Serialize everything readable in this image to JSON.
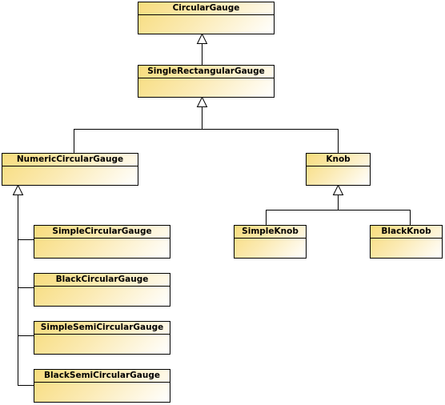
{
  "diagram": {
    "type": "uml-class-hierarchy",
    "classes": {
      "circular_gauge": "CircularGauge",
      "single_rectangular_gauge": "SingleRectangularGauge",
      "numeric_circular_gauge": "NumericCircularGauge",
      "knob": "Knob",
      "simple_circular_gauge": "SimpleCircularGauge",
      "black_circular_gauge": "BlackCircularGauge",
      "simple_semi_circular_gauge": "SimpleSemiCircularGauge",
      "black_semi_circular_gauge": "BlackSemiCircularGauge",
      "simple_knob": "SimpleKnob",
      "black_knob": "BlackKnob"
    },
    "inheritance": [
      {
        "child": "SingleRectangularGauge",
        "parent": "CircularGauge"
      },
      {
        "child": "NumericCircularGauge",
        "parent": "SingleRectangularGauge"
      },
      {
        "child": "Knob",
        "parent": "SingleRectangularGauge"
      },
      {
        "child": "SimpleCircularGauge",
        "parent": "NumericCircularGauge"
      },
      {
        "child": "BlackCircularGauge",
        "parent": "NumericCircularGauge"
      },
      {
        "child": "SimpleSemiCircularGauge",
        "parent": "NumericCircularGauge"
      },
      {
        "child": "BlackSemiCircularGauge",
        "parent": "NumericCircularGauge"
      },
      {
        "child": "SimpleKnob",
        "parent": "Knob"
      },
      {
        "child": "BlackKnob",
        "parent": "Knob"
      }
    ],
    "colors": {
      "box_fill_start": "#f7dc7c",
      "box_fill_end": "#ffffff",
      "line": "#000000"
    }
  }
}
